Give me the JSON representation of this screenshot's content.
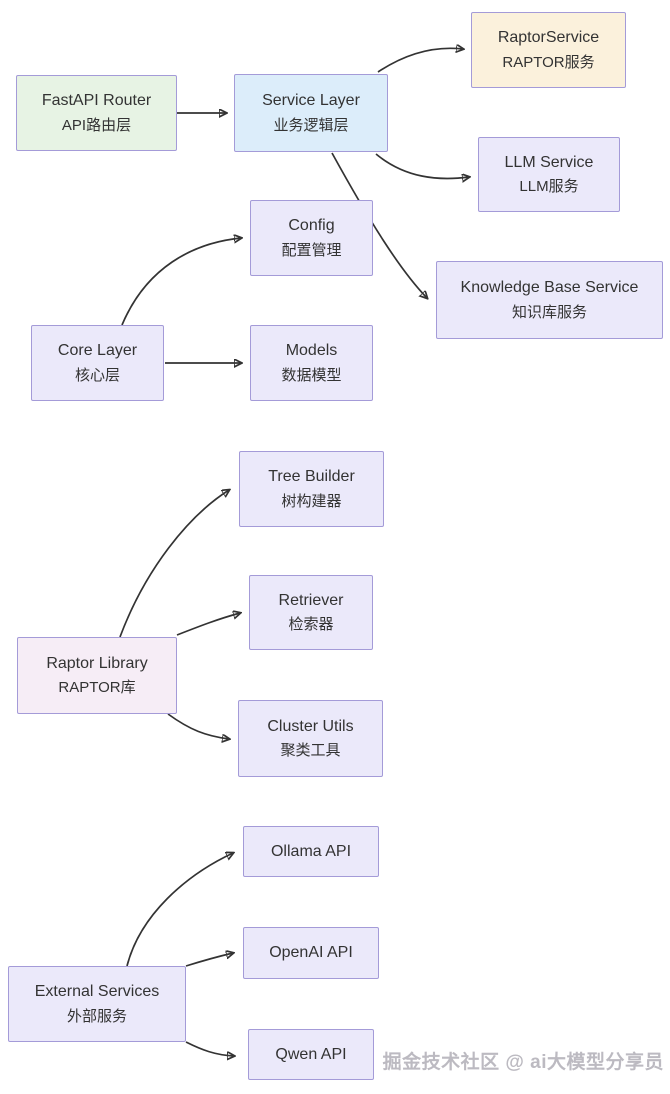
{
  "watermark": "掘金技术社区 @ ai大模型分享员",
  "colors": {
    "node_border": "#a49bd8",
    "edge_stroke": "#333333",
    "text": "#333333",
    "fill_green": "#e7f3e4",
    "fill_blue": "#dcedfa",
    "fill_cream": "#fbf1dc",
    "fill_pink": "#f6edf6",
    "fill_lavender": "#ebe9fa",
    "watermark": "#bcbac1"
  },
  "nodes": [
    {
      "id": "fastapi-router",
      "line1": "FastAPI Router",
      "line2": "API路由层",
      "fill": "green"
    },
    {
      "id": "service-layer",
      "line1": "Service Layer",
      "line2": "业务逻辑层",
      "fill": "blue"
    },
    {
      "id": "raptor-service",
      "line1": "RaptorService",
      "line2": "RAPTOR服务",
      "fill": "cream"
    },
    {
      "id": "llm-service",
      "line1": "LLM Service",
      "line2": "LLM服务",
      "fill": "lavender"
    },
    {
      "id": "config",
      "line1": "Config",
      "line2": "配置管理",
      "fill": "lavender"
    },
    {
      "id": "knowledge-base-service",
      "line1": "Knowledge Base Service",
      "line2": "知识库服务",
      "fill": "lavender"
    },
    {
      "id": "core-layer",
      "line1": "Core Layer",
      "line2": "核心层",
      "fill": "lavender"
    },
    {
      "id": "models",
      "line1": "Models",
      "line2": "数据模型",
      "fill": "lavender"
    },
    {
      "id": "tree-builder",
      "line1": "Tree Builder",
      "line2": "树构建器",
      "fill": "lavender"
    },
    {
      "id": "retriever",
      "line1": "Retriever",
      "line2": "检索器",
      "fill": "lavender"
    },
    {
      "id": "raptor-library",
      "line1": "Raptor Library",
      "line2": "RAPTOR库",
      "fill": "pink"
    },
    {
      "id": "cluster-utils",
      "line1": "Cluster Utils",
      "line2": "聚类工具",
      "fill": "lavender"
    },
    {
      "id": "ollama-api",
      "line1": "Ollama API",
      "fill": "lavender"
    },
    {
      "id": "openai-api",
      "line1": "OpenAI API",
      "fill": "lavender"
    },
    {
      "id": "external-services",
      "line1": "External Services",
      "line2": "外部服务",
      "fill": "lavender"
    },
    {
      "id": "qwen-api",
      "line1": "Qwen API",
      "fill": "lavender"
    }
  ],
  "edges": [
    {
      "from": "fastapi-router",
      "to": "service-layer"
    },
    {
      "from": "service-layer",
      "to": "raptor-service"
    },
    {
      "from": "service-layer",
      "to": "llm-service"
    },
    {
      "from": "service-layer",
      "to": "knowledge-base-service"
    },
    {
      "from": "core-layer",
      "to": "config"
    },
    {
      "from": "core-layer",
      "to": "models"
    },
    {
      "from": "raptor-library",
      "to": "tree-builder"
    },
    {
      "from": "raptor-library",
      "to": "retriever"
    },
    {
      "from": "raptor-library",
      "to": "cluster-utils"
    },
    {
      "from": "external-services",
      "to": "ollama-api"
    },
    {
      "from": "external-services",
      "to": "openai-api"
    },
    {
      "from": "external-services",
      "to": "qwen-api"
    }
  ]
}
